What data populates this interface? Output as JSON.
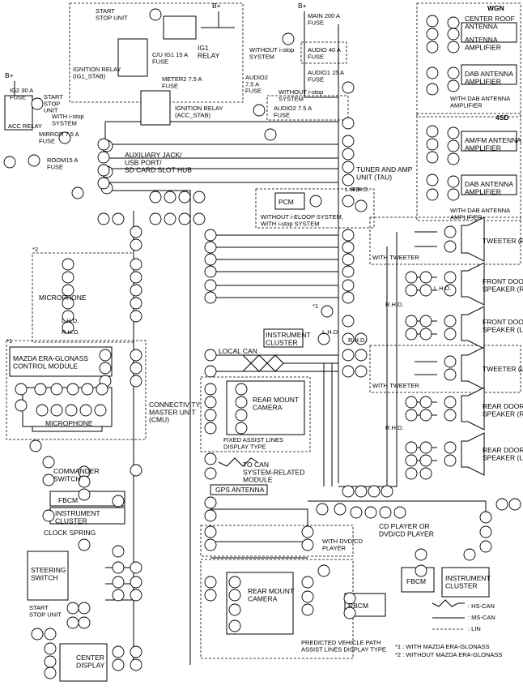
{
  "corner_tags": {
    "wgn": "WGN",
    "four_sd": "4SD"
  },
  "power": {
    "bplus": "B+"
  },
  "fuses": {
    "main": "MAIN 200 A\nFUSE",
    "audio40": "AUDIO 40 A\nFUSE",
    "audio1": "AUDIO1 15 A\nFUSE",
    "audio2a": "AUDIO2\n7.5 A\nFUSE",
    "audio2b": "AUDIO2 7.5 A\nFUSE",
    "ig1": "C/U IG1 15 A\nFUSE",
    "meter2": "METER2 7.5 A\nFUSE",
    "ig2": "IG2 30 A\nFUSE",
    "mirror": "MIRROR 7.5 A\nFUSE",
    "room": "ROOM15 A\nFUSE"
  },
  "relays": {
    "start_stop": "START\nSTOP UNIT",
    "ig1_relay": "IG1\nRELAY",
    "ignition_stab": "IGNITION RELAY\n(IG1_STAB)",
    "ignition_acc": "IGNITION RELAY\n(ACC_STAB)",
    "acc_relay": "ACC RELAY",
    "start_stop_unit": "START\nSTOP\nUNIT"
  },
  "conditions": {
    "without_istop": "WITHOUT i-stop\nSYSTEM",
    "with_istop": "WITH i-stop\nSYSTEM",
    "without_istop2": "WITHOUT i-stop\nSYSTEM",
    "with_tweeter_top": "WITH TWEETER",
    "with_tweeter_bot": "WITH TWEETER",
    "with_dab_1": "WITH DAB ANTENNA\nAMPLIFIER",
    "with_dab_2": "WITH DAB ANTENNA\nAMPLIFIER",
    "without_iloop": "WITHOUT i-ELOOP SYSTEM,\nWITH i-stop SYSTEM",
    "lhd": "L.H.D.",
    "rhd": "R.H.D.",
    "with_dvd": "WITH DVD/CD\nPLAYER"
  },
  "components": {
    "aux_hub": "AUXILIARY JACK/\nUSB PORT/\nSD CARD SLOT HUB",
    "tau": "TUNER AND AMP\nUNIT (TAU)",
    "pcm": "PCM",
    "center_roof": "CENTER ROOF\nANTENNA",
    "antenna_amp": "ANTENNA\nAMPLIFIER",
    "dab_amp_1": "DAB ANTENNA\nAMPLIFIER",
    "amfm": "AM/FM ANTENNA\nAMPLIFIER",
    "dab_amp_2": "DAB ANTENNA\nAMPLIFIER",
    "tweeter_rh": "TWEETER (RH)",
    "front_door_rh": "FRONT DOOR\nSPEAKER (RH)",
    "front_door_lh": "FRONT DOOR\nSPEAKER (LH)",
    "tweeter_lh": "TWEETER (LH)",
    "rear_door_rh": "REAR DOOR\nSPEAKER (RH)",
    "rear_door_lh": "REAR DOOR\nSPEAKER (LH)",
    "microphone_1": "MICROPHONE",
    "era_glonass": "MAZDA ERA-GLONASS\nCONTROL MODULE",
    "microphone_2": "MICROPHONE",
    "instrument_cluster": "INSTRUMENT\nCLUSTER",
    "local_can": "LOCAL CAN",
    "rear_cam_fixed": "REAR MOUNT\nCAMERA",
    "fixed_lines": "FIXED ASSIST LINES\nDISPLAY TYPE",
    "cmu": "CONNECTIVITY\nMASTER UNIT\n(CMU)",
    "commander": "COMMANDER\nSWITCH",
    "fbcm": "FBCM",
    "ic_2": "INSTRUMENT\nCLUSTER",
    "clock_spring": "CLOCK SPRING",
    "to_can": "TO CAN\nSYSTEM-RELATED\nMODULE",
    "gps": "GPS ANTENNA",
    "cd_player": "CD PLAYER OR\nDVD/CD PLAYER",
    "steering": "STEERING\nSWITCH",
    "start_stop_2": "START\nSTOP UNIT",
    "rear_cam_pred": "REAR MOUNT\nCAMERA",
    "rbcm": "RBCM",
    "pred_lines": "PREDICTED VEHICLE PATH\nASSIST LINES DISPLAY TYPE",
    "fbcm_2": "FBCM",
    "ic_3": "INSTRUMENT\nCLUSTER",
    "center_display": "CENTER\nDISPLAY"
  },
  "legend": {
    "hs_can": ": HS-CAN",
    "ms_can": ": MS-CAN",
    "lin": ": LIN",
    "note1": "*1 : WITH MAZDA ERA-GLONASS",
    "note2": "*2 : WITHOUT MAZDA ERA-GLONASS"
  },
  "marks": {
    "n1": "*1",
    "n2": "*2"
  }
}
